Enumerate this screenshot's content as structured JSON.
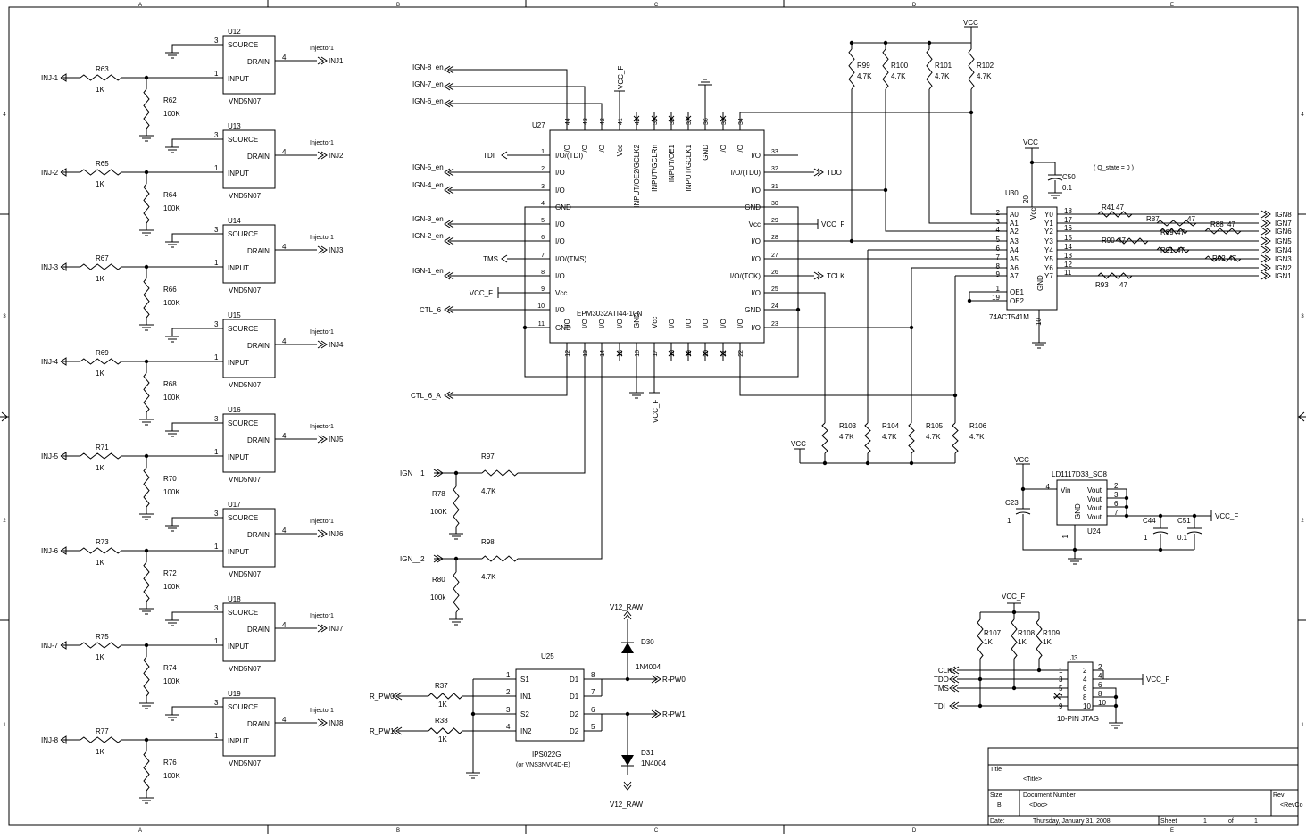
{
  "border": {
    "cols": [
      "A",
      "B",
      "C",
      "D",
      "E"
    ],
    "rows": [
      "4",
      "3",
      "2",
      "1"
    ]
  },
  "drivers": [
    {
      "ref": "U12",
      "in": "INJ-1",
      "rs": "R63",
      "rsv": "1K",
      "rp": "R62",
      "rpv": "100K",
      "net": "Injector1",
      "out": "INJ1"
    },
    {
      "ref": "U13",
      "in": "INJ-2",
      "rs": "R65",
      "rsv": "1K",
      "rp": "R64",
      "rpv": "100K",
      "net": "Injector1",
      "out": "INJ2"
    },
    {
      "ref": "U14",
      "in": "INJ-3",
      "rs": "R67",
      "rsv": "1K",
      "rp": "R66",
      "rpv": "100K",
      "net": "Injector1",
      "out": "INJ3"
    },
    {
      "ref": "U15",
      "in": "INJ-4",
      "rs": "R69",
      "rsv": "1K",
      "rp": "R68",
      "rpv": "100K",
      "net": "Injector1",
      "out": "INJ4"
    },
    {
      "ref": "U16",
      "in": "INJ-5",
      "rs": "R71",
      "rsv": "1K",
      "rp": "R70",
      "rpv": "100K",
      "net": "Injector1",
      "out": "INJ5"
    },
    {
      "ref": "U17",
      "in": "INJ-6",
      "rs": "R73",
      "rsv": "1K",
      "rp": "R72",
      "rpv": "100K",
      "net": "Injector1",
      "out": "INJ6"
    },
    {
      "ref": "U18",
      "in": "INJ-7",
      "rs": "R75",
      "rsv": "1K",
      "rp": "R74",
      "rpv": "100K",
      "net": "Injector1",
      "out": "INJ7"
    },
    {
      "ref": "U19",
      "in": "INJ-8",
      "rs": "R77",
      "rsv": "1K",
      "rp": "R76",
      "rpv": "100K",
      "net": "Injector1",
      "out": "INJ8"
    }
  ],
  "driver_part": {
    "part": "VND5N07",
    "source": "SOURCE",
    "drain": "DRAIN",
    "input": "INPUT",
    "pin_source": "3",
    "pin_input": "1",
    "pin_drain": "4"
  },
  "cpld": {
    "ref": "U27",
    "part": "EPM3032ATI44-10N",
    "top": [
      {
        "num": "44",
        "name": "I/O"
      },
      {
        "num": "43",
        "name": "I/O"
      },
      {
        "num": "42",
        "name": "I/O"
      },
      {
        "num": "41",
        "name": "Vcc"
      },
      {
        "num": "40",
        "name": "INPUT/OE2/GCLK2"
      },
      {
        "num": "39",
        "name": "INPUT/GCLRn"
      },
      {
        "num": "38",
        "name": "INPUT/OE1"
      },
      {
        "num": "37",
        "name": "INPUT/GCLK1"
      },
      {
        "num": "36",
        "name": "GND"
      },
      {
        "num": "35",
        "name": "I/O"
      },
      {
        "num": "34",
        "name": "I/O"
      }
    ],
    "left": [
      {
        "num": "1",
        "name": "I/O/(TDI)",
        "net": "TDI"
      },
      {
        "num": "2",
        "name": "I/O",
        "net": "IGN-5_en"
      },
      {
        "num": "3",
        "name": "I/O",
        "net": "IGN-4_en"
      },
      {
        "num": "4",
        "name": "GND",
        "net": ""
      },
      {
        "num": "5",
        "name": "I/O",
        "net": "IGN-3_en"
      },
      {
        "num": "6",
        "name": "I/O",
        "net": "IGN-2_en"
      },
      {
        "num": "7",
        "name": "I/O/(TMS)",
        "net": "TMS"
      },
      {
        "num": "8",
        "name": "I/O",
        "net": "IGN-1_en"
      },
      {
        "num": "9",
        "name": "Vcc",
        "net": "VCC_F"
      },
      {
        "num": "10",
        "name": "I/O",
        "net": "CTL_6"
      },
      {
        "num": "11",
        "name": "GND",
        "net": ""
      }
    ],
    "right": [
      {
        "num": "33",
        "name": "I/O"
      },
      {
        "num": "32",
        "name": "I/O/(TD0)"
      },
      {
        "num": "31",
        "name": "I/O"
      },
      {
        "num": "30",
        "name": "GND"
      },
      {
        "num": "29",
        "name": "Vcc"
      },
      {
        "num": "28",
        "name": "I/O"
      },
      {
        "num": "27",
        "name": "I/O"
      },
      {
        "num": "26",
        "name": "I/O/(TCK)"
      },
      {
        "num": "25",
        "name": "I/O"
      },
      {
        "num": "24",
        "name": "GND"
      },
      {
        "num": "23",
        "name": "I/O"
      }
    ],
    "bottom": [
      {
        "num": "12",
        "name": "I/O"
      },
      {
        "num": "13",
        "name": "I/O"
      },
      {
        "num": "14",
        "name": "I/O"
      },
      {
        "num": "15",
        "name": "I/O"
      },
      {
        "num": "16",
        "name": "GND"
      },
      {
        "num": "17",
        "name": "Vcc"
      },
      {
        "num": "18",
        "name": "I/O"
      },
      {
        "num": "19",
        "name": "I/O"
      },
      {
        "num": "20",
        "name": "I/O"
      },
      {
        "num": "21",
        "name": "I/O"
      },
      {
        "num": "22",
        "name": "I/O"
      }
    ],
    "top_nets": {
      "a": "IGN-8_en",
      "b": "IGN-7_en",
      "c": "IGN-6_en",
      "vccf": "VCC_F"
    },
    "right_nets": {
      "tdo": "TDO",
      "vccf": "VCC_F",
      "tck": "TCLK"
    },
    "bottom_nets": {
      "ctl": "CTL_6_A",
      "vccf": "VCC_F"
    }
  },
  "buffer": {
    "ref": "U30",
    "part": "74ACT541M",
    "inputs": [
      {
        "num": "2",
        "name": "A0"
      },
      {
        "num": "3",
        "name": "A1"
      },
      {
        "num": "4",
        "name": "A2"
      },
      {
        "num": "5",
        "name": "A3"
      },
      {
        "num": "6",
        "name": "A4"
      },
      {
        "num": "7",
        "name": "A5"
      },
      {
        "num": "8",
        "name": "A6"
      },
      {
        "num": "9",
        "name": "A7"
      }
    ],
    "oe": [
      {
        "num": "1",
        "name": "OE1"
      },
      {
        "num": "19",
        "name": "OE2"
      }
    ],
    "outputs": [
      {
        "num": "18",
        "name": "Y0"
      },
      {
        "num": "17",
        "name": "Y1"
      },
      {
        "num": "16",
        "name": "Y2"
      },
      {
        "num": "15",
        "name": "Y3"
      },
      {
        "num": "14",
        "name": "Y4"
      },
      {
        "num": "13",
        "name": "Y5"
      },
      {
        "num": "12",
        "name": "Y6"
      },
      {
        "num": "11",
        "name": "Y7"
      }
    ],
    "vcc_pin": "20",
    "gnd_pin": "10",
    "vcc_name": "Vcc",
    "gnd_name": "GND",
    "supply": "VCC",
    "cap_ref": "C50",
    "cap_val": "0.1",
    "note": "( Q_state = 0 )",
    "series": [
      {
        "ref": "R41",
        "val": "47"
      },
      {
        "ref": "R87",
        "val": "47"
      },
      {
        "ref": "R88",
        "val": "47"
      },
      {
        "ref": "R89",
        "val": "47"
      },
      {
        "ref": "R90",
        "val": "47"
      },
      {
        "ref": "R91",
        "val": "47"
      },
      {
        "ref": "R92",
        "val": "47"
      },
      {
        "ref": "R93",
        "val": "47"
      }
    ],
    "ign_out": [
      "IGN8",
      "IGN7",
      "IGN6",
      "IGN5",
      "IGN4",
      "IGN3",
      "IGN2",
      "IGN1"
    ]
  },
  "pullups": [
    {
      "ref": "R99",
      "val": "4.7K"
    },
    {
      "ref": "R100",
      "val": "4.7K"
    },
    {
      "ref": "R101",
      "val": "4.7K"
    },
    {
      "ref": "R102",
      "val": "4.7K"
    }
  ],
  "pullup_supply": "VCC",
  "pulldowns": [
    {
      "ref": "R103",
      "val": "4.7K"
    },
    {
      "ref": "R104",
      "val": "4.7K"
    },
    {
      "ref": "R105",
      "val": "4.7K"
    },
    {
      "ref": "R106",
      "val": "4.7K"
    }
  ],
  "pulldown_supply": "VCC",
  "ign_inputs": [
    {
      "net": "IGN__1",
      "rs": "R97",
      "rsv": "4.7K",
      "rp": "R78",
      "rpv": "100K"
    },
    {
      "net": "IGN__2",
      "rs": "R98",
      "rsv": "4.7K",
      "rp": "R80",
      "rpv": "100k"
    }
  ],
  "regulator": {
    "ref": "U24",
    "part": "LD1117D33_SO8",
    "vin": "Vin",
    "gnd": "GND",
    "vout": "Vout",
    "pin_vin": "4",
    "pin_gnd": "1",
    "vout_pins": [
      "2",
      "3",
      "6",
      "7"
    ],
    "supply": "VCC",
    "out": "VCC_F",
    "c_in": {
      "ref": "C23",
      "val": "1"
    },
    "c_out1": {
      "ref": "C44",
      "val": "1"
    },
    "c_out2": {
      "ref": "C51",
      "val": "0.1"
    }
  },
  "jtag": {
    "ref": "J3",
    "part": "10-PIN JTAG",
    "supply": "VCC_F",
    "out": "VCC_F",
    "pins_left": [
      "1",
      "3",
      "5",
      "7",
      "9"
    ],
    "pins_right": [
      "2",
      "4",
      "6",
      "8",
      "10"
    ],
    "nets": [
      "TCLK",
      "TDO",
      "TMS",
      "TDI"
    ],
    "resistors": [
      {
        "ref": "R107",
        "val": "1K"
      },
      {
        "ref": "R108",
        "val": "1K"
      },
      {
        "ref": "R109",
        "val": "1K"
      }
    ]
  },
  "pwm": {
    "ref": "U25",
    "part": "IPS022G",
    "alt": "(or VNS3NV04D-E)",
    "left_pins": [
      {
        "num": "1",
        "name": "S1"
      },
      {
        "num": "2",
        "name": "IN1"
      },
      {
        "num": "3",
        "name": "S2"
      },
      {
        "num": "4",
        "name": "IN2"
      }
    ],
    "right_pins": [
      {
        "num": "8",
        "name": "D1"
      },
      {
        "num": "7",
        "name": "D1"
      },
      {
        "num": "6",
        "name": "D2"
      },
      {
        "num": "5",
        "name": "D2"
      }
    ],
    "in_nets": [
      "R_PW0",
      "R_PW1"
    ],
    "out_nets": [
      "R-PW0",
      "R-PW1"
    ],
    "r1": {
      "ref": "R37",
      "val": "1K"
    },
    "r2": {
      "ref": "R38",
      "val": "1K"
    },
    "d1": {
      "ref": "D30",
      "val": "1N4004"
    },
    "d2": {
      "ref": "D31",
      "val": "1N4004"
    },
    "rail": "V12_RAW"
  },
  "title_block": {
    "title_label": "Title",
    "title": "<Title>",
    "size_label": "Size",
    "size": "B",
    "docnum_label": "Document Number",
    "doc": "<Doc>",
    "rev_label": "Rev",
    "rev": "<RevCo",
    "date_label": "Date:",
    "date": "Thursday, January 31, 2008",
    "sheet_label": "Sheet",
    "sheet": "1",
    "of_label": "of",
    "of": "1"
  }
}
